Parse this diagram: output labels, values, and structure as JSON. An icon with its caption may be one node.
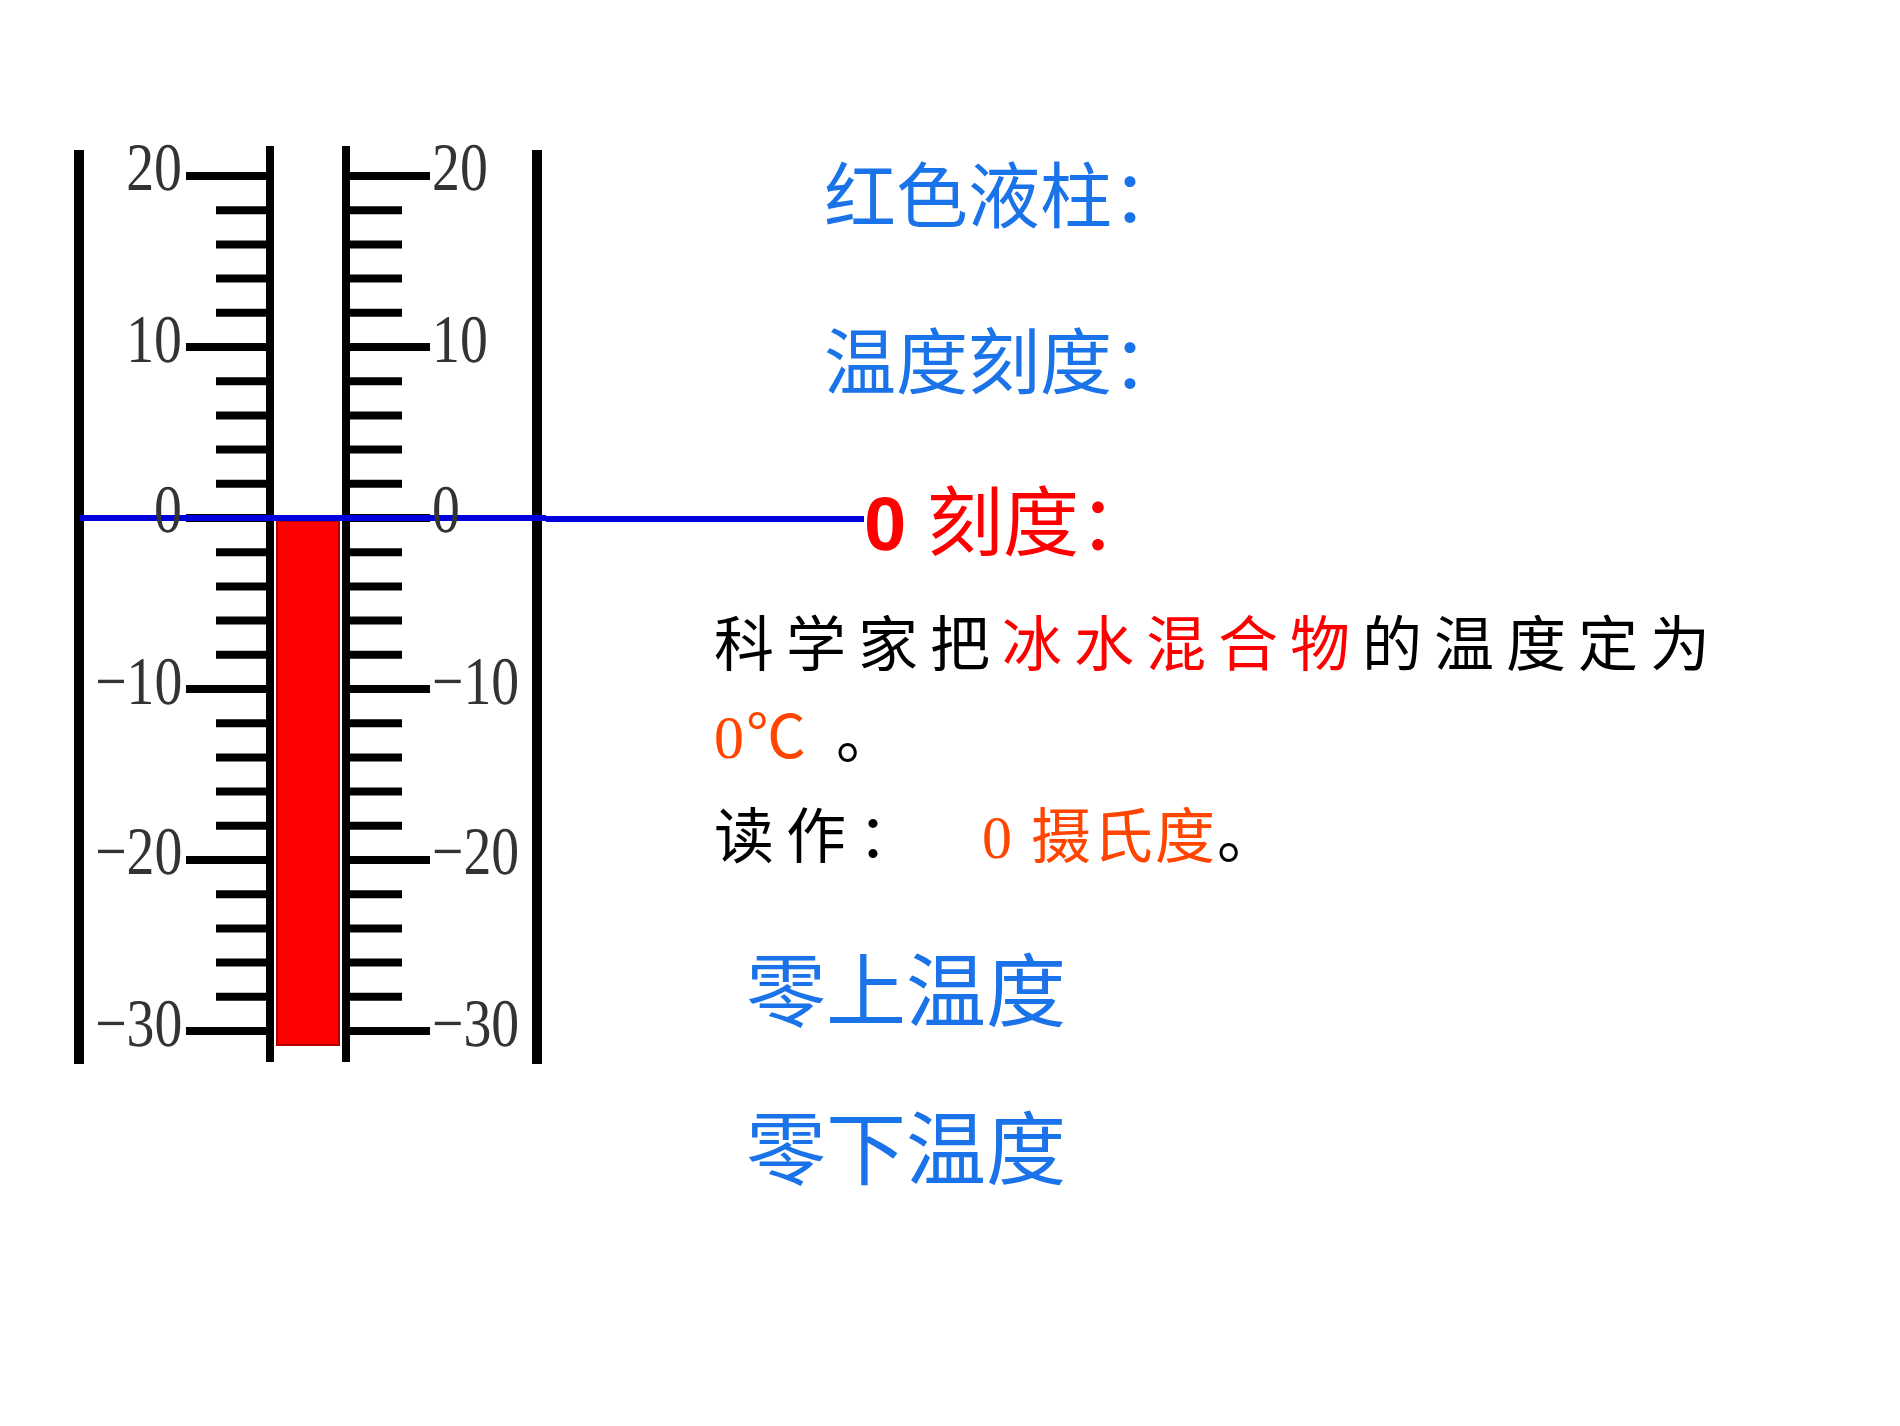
{
  "diagram": {
    "nodes": [
      {
        "text": [],
        "shape": "picture"
      },
      {
        "text": [
          "**0** 刻度："
        ]
      }
    ],
    "edges": [
      {
        "from": 1,
        "to": 0,
        "arrow": "none"
      }
    ],
    "labels": [
      "20",
      "20",
      "10",
      "10",
      "0",
      "0",
      "−10",
      "−10",
      "−20",
      "−20",
      "−30",
      "−30",
      "红色液柱：",
      "温度刻度：",
      "科学家把",
      "冰水混合物",
      "的温度定为",
      "0℃",
      "。",
      "读作：",
      "0 摄氏度",
      "。",
      "零上温度",
      "零下温度"
    ]
  }
}
